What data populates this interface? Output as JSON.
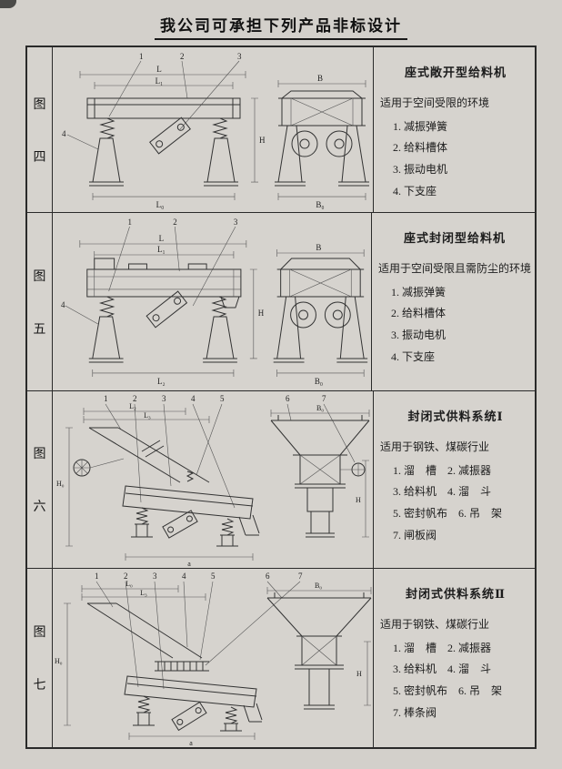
{
  "page": {
    "title": "我公司可承担下列产品非标设计"
  },
  "rows": [
    {
      "figure": [
        "图",
        "四"
      ],
      "product": {
        "title": "座式敞开型给料机",
        "subtitle": "适用于空间受限的环境",
        "items": [
          "1. 减振弹簧",
          "2. 给料槽体",
          "3. 振动电机",
          "4. 下支座"
        ]
      },
      "drawing": {
        "callouts": [
          "1",
          "2",
          "3",
          "4"
        ],
        "dims": {
          "top": "L",
          "top2": "L₁",
          "height": "H",
          "bottom": "L₀",
          "front_top": "B",
          "front_bottom": "B₀"
        }
      }
    },
    {
      "figure": [
        "图",
        "五"
      ],
      "product": {
        "title": "座式封闭型给料机",
        "subtitle": "适用于空间受限且需防尘的环境",
        "items": [
          "1. 减振弹簧",
          "2. 给料槽体",
          "3. 振动电机",
          "4. 下支座"
        ]
      },
      "drawing": {
        "callouts": [
          "1",
          "2",
          "3",
          "4"
        ],
        "dims": {
          "top": "L",
          "top2": "L₁",
          "height": "H",
          "bottom": "L₂",
          "front_top": "B",
          "front_bottom": "B₀"
        }
      }
    },
    {
      "figure": [
        "图",
        "六"
      ],
      "product": {
        "title": "封闭式供料系统Ⅰ",
        "subtitle": "适用于钢铁、煤碳行业",
        "items": [
          "1. 溜　槽　2. 减振器",
          "3. 给料机　4. 溜　斗",
          "5. 密封帆布　6. 吊　架",
          "7. 闸板阀"
        ]
      },
      "drawing": {
        "callouts": [
          "1",
          "2",
          "3",
          "4",
          "5",
          "6",
          "7"
        ],
        "dims": {
          "top": "L₂",
          "top2": "L₃",
          "height": "H₀",
          "bottom": "a",
          "front_top": "B₀",
          "front_bottom": "H"
        }
      }
    },
    {
      "figure": [
        "图",
        "七"
      ],
      "product": {
        "title": "封闭式供料系统Ⅱ",
        "subtitle": "适用于钢铁、煤碳行业",
        "items": [
          "1. 溜　槽　2. 减振器",
          "3. 给料机　4. 溜　斗",
          "5. 密封帆布　6. 吊　架",
          "7. 棒条阀"
        ]
      },
      "drawing": {
        "callouts": [
          "1",
          "2",
          "3",
          "4",
          "5",
          "6",
          "7"
        ],
        "dims": {
          "top": "L₀",
          "top2": "L₃",
          "height": "H₀",
          "bottom": "a",
          "front_top": "B₀",
          "front_bottom": "H"
        }
      }
    }
  ]
}
